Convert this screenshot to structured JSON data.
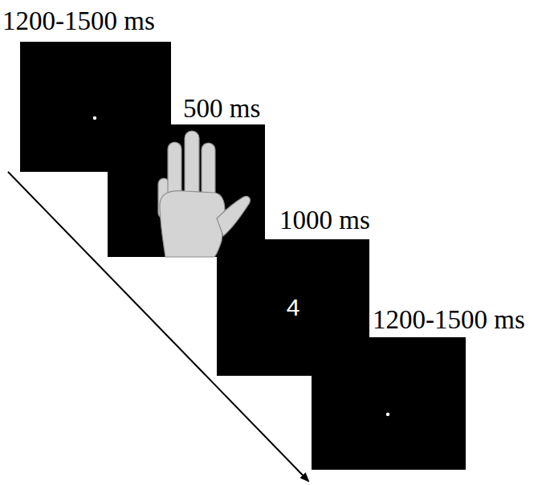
{
  "diagram": {
    "nodes": [
      {
        "text": [
          "1200-1500 ms"
        ]
      },
      {
        "text": [
          "500 ms"
        ]
      },
      {
        "text": [
          "1000 ms",
          "4"
        ]
      },
      {
        "text": [
          "1200-1500 ms"
        ]
      }
    ]
  }
}
